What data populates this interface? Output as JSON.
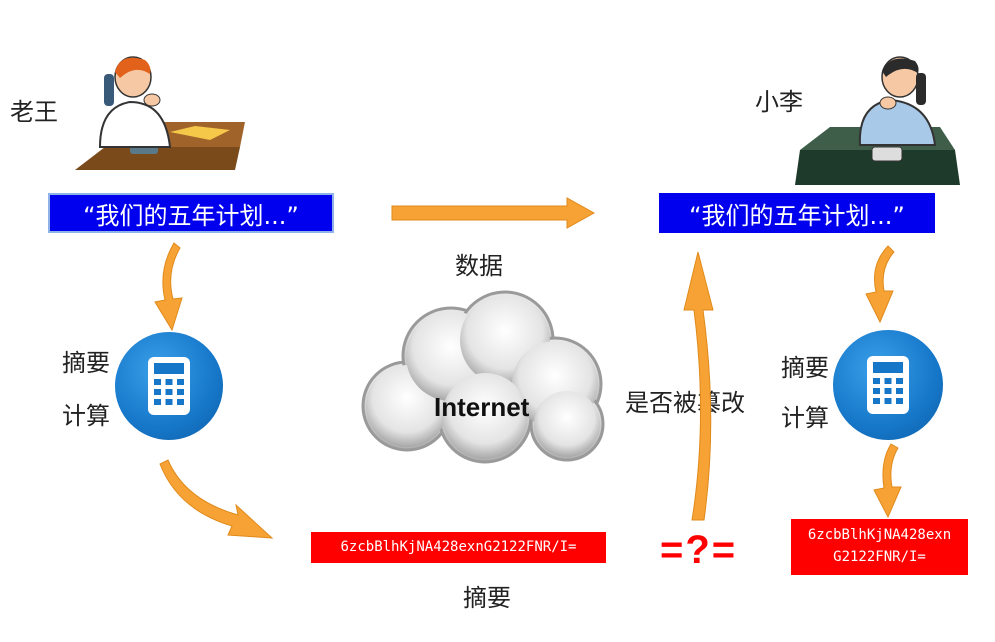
{
  "sender": {
    "name": "老王",
    "message": "“我们的五年计划...”",
    "step_line1": "摘要",
    "step_line2": "计算",
    "digest": "6zcbBlhKjNA428exnG2122FNR/I=",
    "digest_label": "摘要"
  },
  "receiver": {
    "name": "小李",
    "message": "“我们的五年计划...”",
    "step_line1": "摘要",
    "step_line2": "计算",
    "digest_line1": "6zcbBlhKjNA428exn",
    "digest_line2": "G2122FNR/I="
  },
  "network": {
    "data_label": "数据",
    "cloud_label": "Internet",
    "tamper_question": "是否被篡改",
    "compare_symbol": "=?="
  },
  "colors": {
    "arrow": "#f7a234",
    "message_bg": "#0000ee",
    "digest_bg": "#ff0000",
    "calc_icon": "#1677c9"
  },
  "icons": [
    "person-on-phone-icon",
    "calculator-icon",
    "cloud-icon"
  ]
}
